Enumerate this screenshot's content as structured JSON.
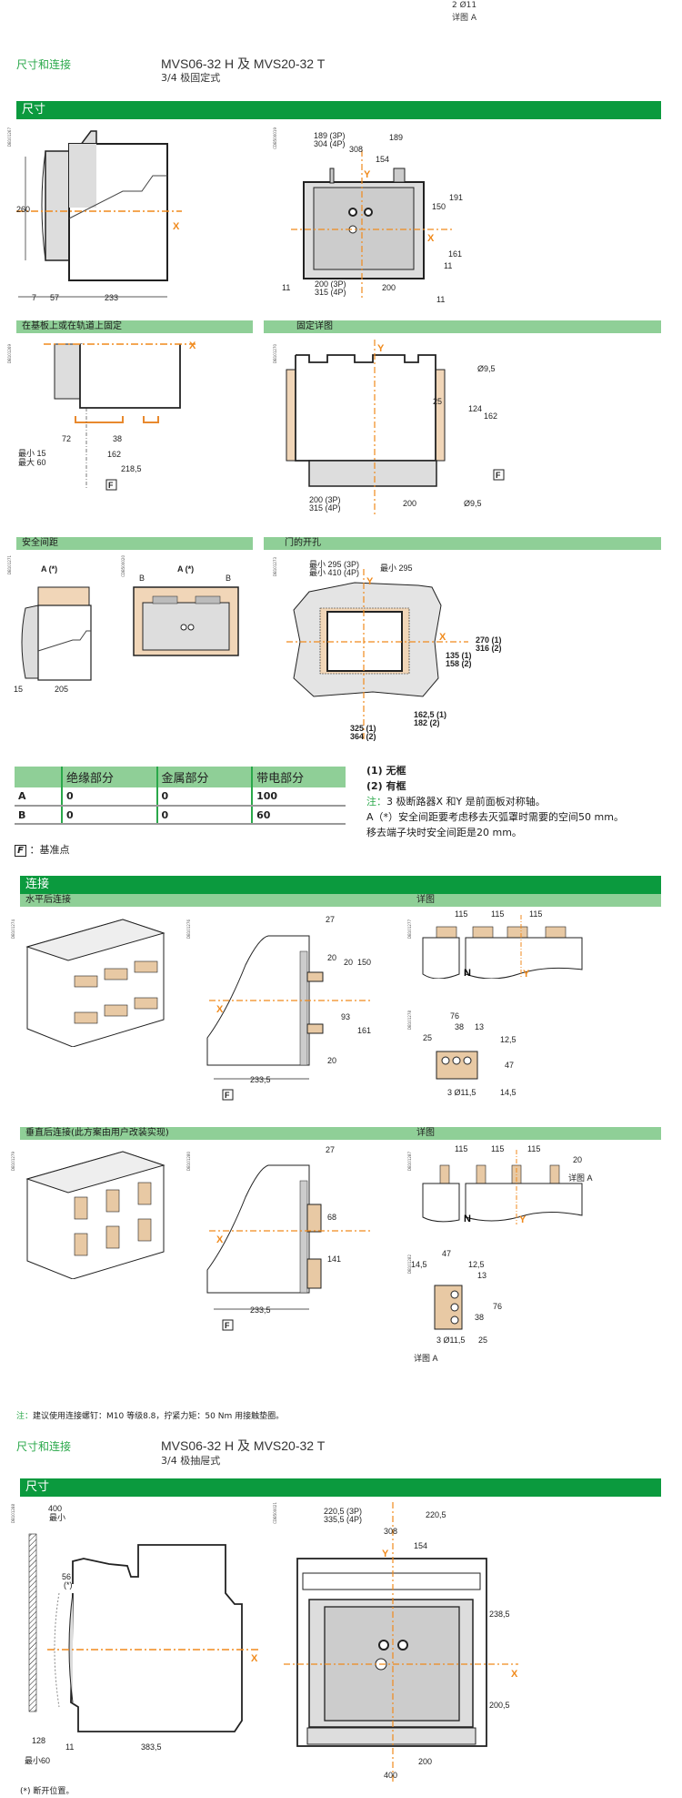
{
  "top_fragment": {
    "hole_label": "2 Ø11",
    "detail_label": "详图 A"
  },
  "section1": {
    "category": "尺寸和连接",
    "title": "MVS06-32 H 及 MVS20-32 T",
    "subtitle": "3/4 极固定式",
    "band": "尺寸"
  },
  "fig_side": {
    "docid": "DB101267",
    "dims": [
      "260",
      "7",
      "57",
      "233"
    ],
    "axis": "X"
  },
  "fig_front": {
    "docid": "CDB500019",
    "dims": [
      "189 (3P)",
      "304 (4P)",
      "189",
      "308",
      "154",
      "191",
      "150",
      "161",
      "11",
      "11",
      "11",
      "200 (3P)",
      "315 (4P)",
      "200"
    ],
    "axis_x": "X",
    "axis_y": "Y"
  },
  "mount": {
    "band_left": "在基板上或在轨道上固定",
    "band_right": "固定详图",
    "left_docid": "DB101269",
    "left_dims": [
      "72",
      "38",
      "最小 15",
      "最大 60",
      "162",
      "218,5"
    ],
    "left_axis": "X",
    "f_label": "F",
    "right_docid": "DB101270",
    "right_dims": [
      "Ø9,5",
      "25",
      "124",
      "162",
      "200 (3P)",
      "315 (4P)",
      "200",
      "Ø9,5"
    ],
    "right_axis": "Y"
  },
  "clearance": {
    "band_left": "安全间距",
    "band_right": "门的开孔",
    "side_docid": "DB101271",
    "side_dims": [
      "A (*)",
      "15",
      "205"
    ],
    "front_docid": "CDB500020",
    "front_dims": [
      "B",
      "A (*)",
      "B"
    ],
    "door_docid": "DB101273",
    "door_dims": [
      "最小 295 (3P)",
      "最小 410 (4P)",
      "最小 295",
      "270 (1)",
      "316 (2)",
      "135 (1)",
      "158 (2)",
      "162,5 (1)",
      "182 (2)",
      "325 (1)",
      "364 (2)"
    ],
    "axis_x": "X",
    "axis_y": "Y"
  },
  "clearance_table": {
    "headers": [
      "",
      "绝缘部分",
      "金属部分",
      "带电部分"
    ],
    "rows": [
      [
        "A",
        "0",
        "0",
        "100"
      ],
      [
        "B",
        "0",
        "0",
        "60"
      ]
    ],
    "legend_box": "F",
    "legend_text": "：基准点"
  },
  "clearance_notes": {
    "n1": "(1) 无框",
    "n2": "(2) 有框",
    "n3_prefix": "注：",
    "n3": "3 极断路器X 和Y 是前面板对称轴。",
    "n4": "A（*）安全间距要考虑移去灭弧罩时需要的空间50 mm。",
    "n5": "移去端子块时安全间距是20 mm。"
  },
  "connection": {
    "band": "连接",
    "horiz_band": "水平后连接",
    "horiz_detail_band": "详图",
    "horiz_iso_docid": "DB101274",
    "horiz_side_docid": "DB101276",
    "horiz_side_dims": [
      "27",
      "20",
      "20",
      "150",
      "93",
      "161",
      "20",
      "233,5"
    ],
    "horiz_top_docid": "DB101277",
    "horiz_top_dims": [
      "115",
      "115",
      "115"
    ],
    "horiz_bar_docid": "DB101278",
    "horiz_bar_dims": [
      "76",
      "38",
      "13",
      "25",
      "12,5",
      "47",
      "3 Ø11,5",
      "14,5"
    ],
    "vert_band": "垂直后连接(此方案由用户改装实现)",
    "vert_detail_band": "详图",
    "vert_iso_docid": "DB101279",
    "vert_side_docid": "DB101280",
    "vert_side_dims": [
      "27",
      "68",
      "141",
      "233,5"
    ],
    "vert_top_docid": "DB101287",
    "vert_top_dims": [
      "115",
      "115",
      "115",
      "20"
    ],
    "vert_top_callout": "详图 A",
    "vert_bar_docid": "DB101282",
    "vert_bar_dims": [
      "47",
      "14,5",
      "12,5",
      "13",
      "76",
      "38",
      "3 Ø11,5",
      "25"
    ],
    "vert_bar_caption": "详图 A",
    "neutral": "N",
    "axis_x": "X",
    "axis_y": "Y",
    "f_label": "F"
  },
  "bolt_note": {
    "prefix": "注：",
    "text": "建议使用连接螺钉：M10 等级8.8，拧紧力矩：50 Nm 用接触垫圈。"
  },
  "section2": {
    "category": "尺寸和连接",
    "title": "MVS06-32 H 及 MVS20-32 T",
    "subtitle": "3/4 极抽屉式",
    "band": "尺寸",
    "side_docid": "DB101288",
    "side_dims": [
      "400",
      "最小",
      "56",
      "(*)",
      "128",
      "最小60",
      "11",
      "383,5"
    ],
    "front_docid": "CDB500021",
    "front_dims": [
      "220,5 (3P)",
      "335,5 (4P)",
      "220,5",
      "308",
      "154",
      "238,5",
      "200,5",
      "200",
      "400"
    ],
    "axis_x": "X",
    "axis_y": "Y",
    "footnote": "(*) 断开位置。"
  }
}
